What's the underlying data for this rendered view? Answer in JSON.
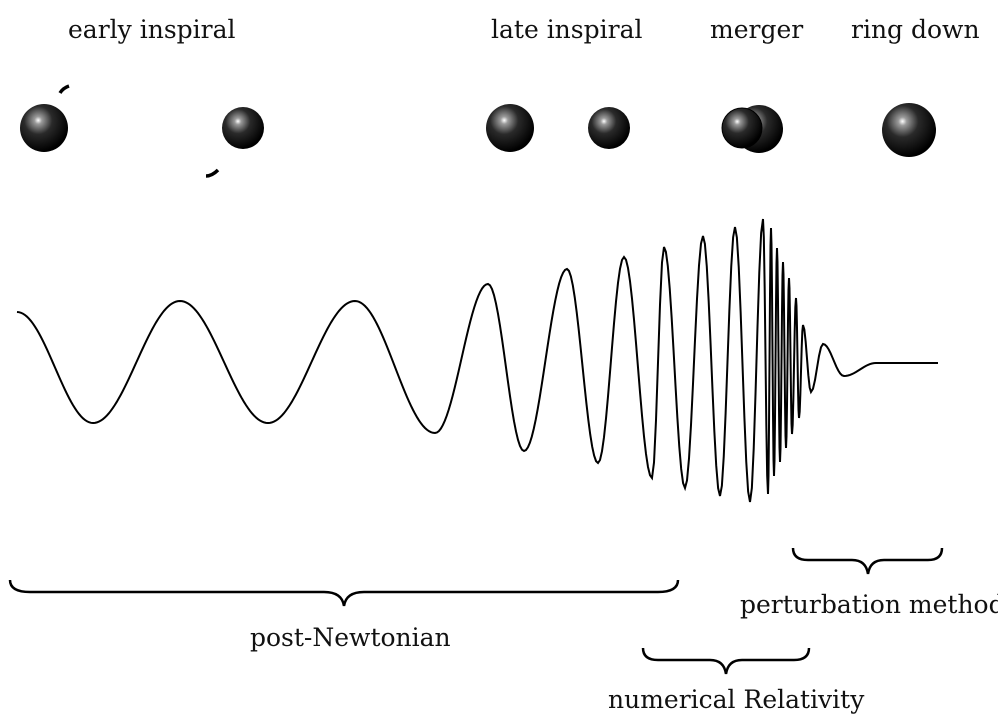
{
  "stages": {
    "early_inspiral": "early inspiral",
    "late_inspiral": "late inspiral",
    "merger": "merger",
    "ring_down": "ring down"
  },
  "methods": {
    "post_newtonian": "post-Newtonian",
    "perturbation": "perturbation methods",
    "numerical_relativity": "numerical Relativity"
  },
  "colors": {
    "sphere": "#000000",
    "highlight": "#ffffff",
    "line": "#000000"
  }
}
